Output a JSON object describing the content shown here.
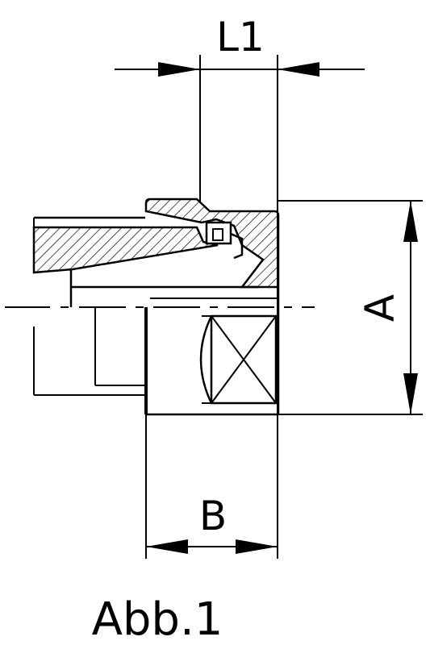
{
  "labels": {
    "dim_top": "L1",
    "dim_right": "A",
    "dim_bottom": "B",
    "caption": "Abb.1"
  },
  "colors": {
    "line": "#000000",
    "background": "#ffffff"
  }
}
